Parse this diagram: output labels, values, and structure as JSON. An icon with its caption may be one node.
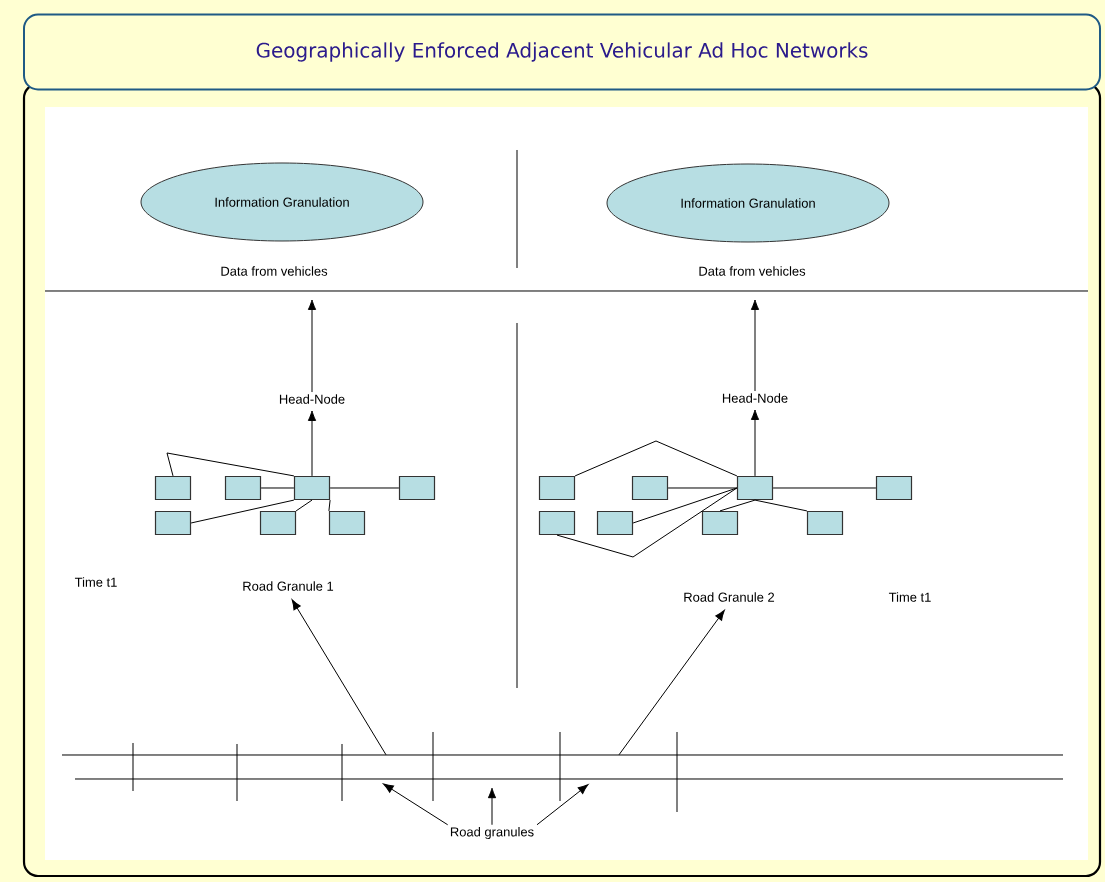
{
  "diagram": {
    "title": "Geographically Enforced Adjacent Vehicular Ad Hoc Networks",
    "nodes": [
      {
        "text": [
          "Information Granulation"
        ]
      },
      {
        "text": [
          "Information Granulation"
        ]
      },
      {
        "text": [
          "Data from vehicles"
        ]
      },
      {
        "text": [
          "Data from vehicles"
        ]
      },
      {
        "text": [
          "Head-Node"
        ]
      },
      {
        "text": [
          "Head-Node"
        ]
      },
      {
        "text": [],
        "shape": "box"
      },
      {
        "text": [],
        "shape": "box"
      },
      {
        "text": [],
        "shape": "box"
      },
      {
        "text": [],
        "shape": "box"
      },
      {
        "text": [],
        "shape": "box"
      },
      {
        "text": [],
        "shape": "box"
      },
      {
        "text": [],
        "shape": "box"
      },
      {
        "text": [],
        "shape": "box"
      },
      {
        "text": [],
        "shape": "box"
      },
      {
        "text": [],
        "shape": "box"
      },
      {
        "text": [],
        "shape": "box"
      },
      {
        "text": [],
        "shape": "box"
      },
      {
        "text": [],
        "shape": "box"
      },
      {
        "text": [],
        "shape": "box"
      },
      {
        "text": [],
        "shape": "box"
      },
      {
        "text": [
          "Road Granule 1"
        ]
      },
      {
        "text": [
          "Road Granule 2"
        ]
      },
      {
        "text": [],
        "shape": "road"
      },
      {
        "text": [
          "Road granules"
        ]
      }
    ],
    "edges": [
      {
        "from": 8,
        "to": 4,
        "arrow": "to"
      },
      {
        "from": 4,
        "to": 2,
        "arrow": "to"
      },
      {
        "from": 15,
        "to": 5,
        "arrow": "to"
      },
      {
        "from": 5,
        "to": 3,
        "arrow": "to"
      },
      {
        "from": 6,
        "to": 8,
        "arrow": "none"
      },
      {
        "from": 7,
        "to": 8,
        "arrow": "none"
      },
      {
        "from": 8,
        "to": 9,
        "arrow": "none"
      },
      {
        "from": 10,
        "to": 8,
        "arrow": "none"
      },
      {
        "from": 11,
        "to": 8,
        "arrow": "none"
      },
      {
        "from": 12,
        "to": 8,
        "arrow": "none"
      },
      {
        "from": 13,
        "to": 15,
        "arrow": "none"
      },
      {
        "from": 14,
        "to": 15,
        "arrow": "none"
      },
      {
        "from": 15,
        "to": 16,
        "arrow": "none"
      },
      {
        "from": 18,
        "to": 15,
        "arrow": "none"
      },
      {
        "from": 19,
        "to": 15,
        "arrow": "none"
      },
      {
        "from": 20,
        "to": 15,
        "arrow": "none"
      },
      {
        "from": 17,
        "to": 15,
        "arrow": "none"
      },
      {
        "from": 23,
        "to": 21,
        "arrow": "to"
      },
      {
        "from": 23,
        "to": 22,
        "arrow": "to"
      },
      {
        "from": 24,
        "to": 23,
        "arrow": "to"
      },
      {
        "from": 24,
        "to": 23,
        "arrow": "to"
      },
      {
        "from": 24,
        "to": 23,
        "arrow": "to"
      }
    ],
    "labels": [
      "Time t1",
      "Time t1"
    ]
  }
}
